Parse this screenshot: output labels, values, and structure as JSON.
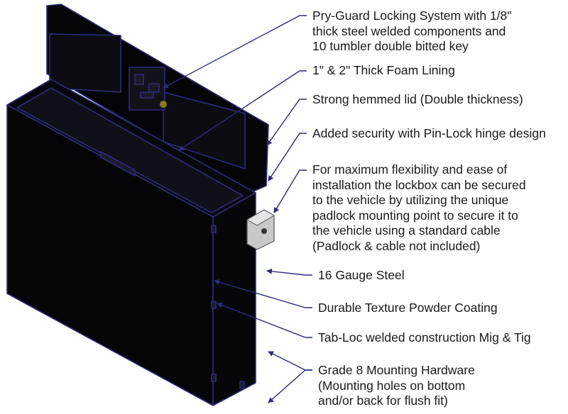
{
  "callouts": {
    "pryguard": [
      "Pry-Guard Locking System with 1/8\"",
      "thick steel welded components and",
      "10 tumbler double bitted key"
    ],
    "foam": [
      "1\" & 2\" Thick Foam Lining"
    ],
    "lid": [
      "Strong hemmed lid (Double thickness)"
    ],
    "hinge": [
      "Added security with Pin-Lock hinge design"
    ],
    "flex": [
      "For maximum flexibility and ease of",
      "installation the lockbox can be secured",
      "to the vehicle by utilizing the unique",
      "padlock mounting point to secure it to",
      "the vehicle using a standard cable",
      "(Padlock & cable not included)"
    ],
    "gauge": [
      "16 Gauge Steel"
    ],
    "coating": [
      "Durable Texture Powder Coating"
    ],
    "tabloc": [
      "Tab-Loc welded construction Mig & Tig"
    ],
    "hardware": [
      "Grade 8 Mounting Hardware",
      "(Mounting holes on bottom",
      "and/or back for flush fit)"
    ]
  },
  "colors": {
    "box": "#050508",
    "edge": "#2c2c7a",
    "leader": "#2c2c7a",
    "padlock": "#c9c9c9",
    "text": "#1a1a1a"
  }
}
